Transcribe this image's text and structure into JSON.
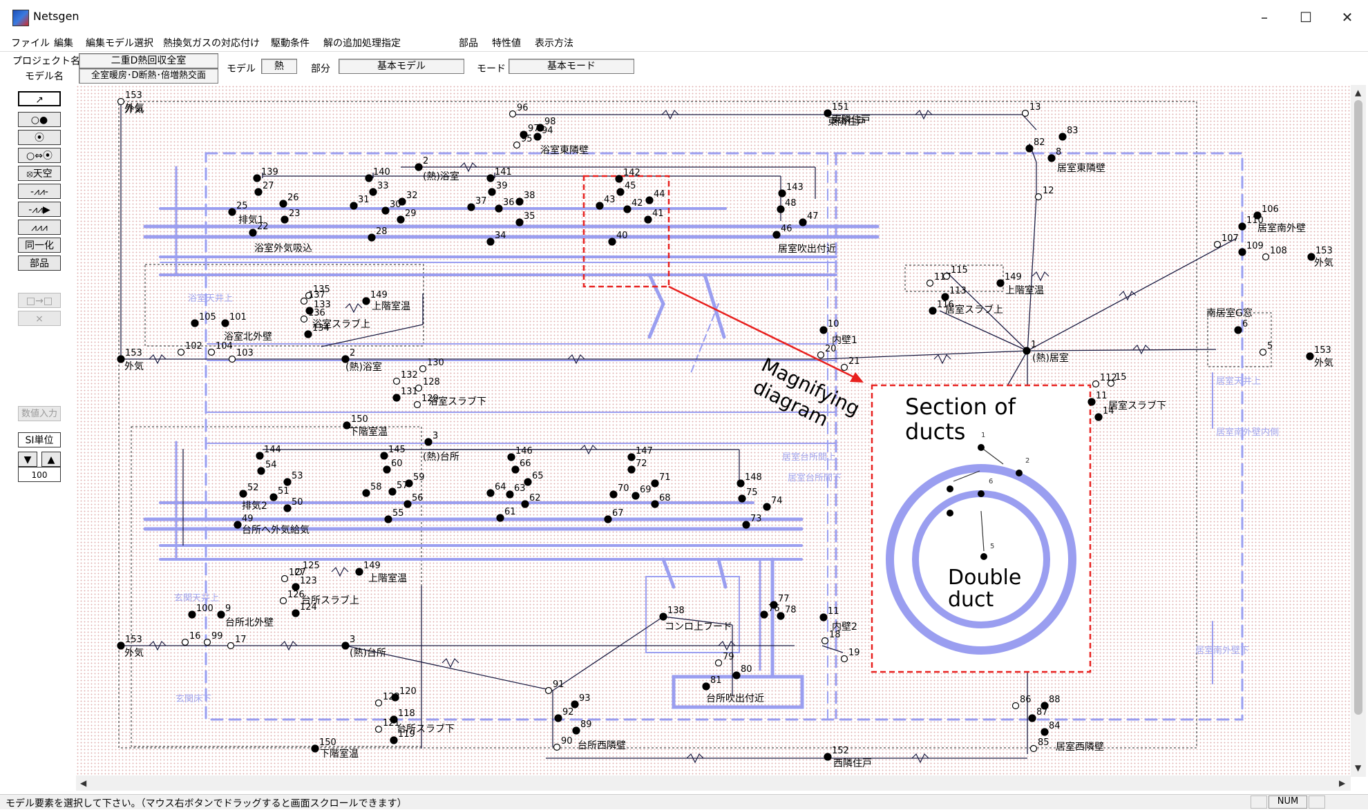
{
  "window": {
    "title": "Netsgen",
    "minimize": "–",
    "maximize": "☐",
    "close": "✕"
  },
  "menu": [
    "ファイル",
    "編集",
    "編集モデル選択",
    "熱換気ガスの対応付け",
    "駆動条件",
    "解の追加処理指定",
    "部品",
    "特性値",
    "表示方法"
  ],
  "info": {
    "project_label": "プロジェクト名",
    "project_value": "二重D熱回収全室",
    "model_name_label": "モデル名",
    "model_name_value": "全室暖房･D断熱･倍増熱交面",
    "model_label": "モデル",
    "model_value": "熱",
    "part_label": "部分",
    "part_value": "基本モデル",
    "mode_label": "モード",
    "mode_value": "基本モード"
  },
  "toolbar": {
    "tools": [
      "↗",
      "○●",
      "⦿",
      "○⇔⦿",
      "⦻天空",
      "-⩘⩘-",
      "-⩘⩘▶",
      "⩘⩘⩘",
      "同一化",
      "部品",
      "□→□",
      "⨯"
    ],
    "numeric_input": "数値入力",
    "si_unit": "SI単位",
    "down": "▼",
    "up": "▲",
    "zoom": "100"
  },
  "status": {
    "message": "モデル要素を選択して下さい。（マウス右ボタンでドラッグすると画面スクロールできます）",
    "num": "NUM"
  },
  "colors": {
    "duct": "#9a9ef0",
    "wire": "#1a1a40",
    "node": "#000000",
    "highlight": "#e8201e",
    "grid_dot": "#e2b3b3"
  },
  "diagram": {
    "node_labels": [
      {
        "id": "n153a",
        "t": "153",
        "sub": "外気"
      },
      {
        "id": "n96",
        "t": "96"
      },
      {
        "id": "n98",
        "t": "98"
      },
      {
        "id": "n97",
        "t": "97"
      },
      {
        "id": "n95",
        "t": "95"
      },
      {
        "id": "n94",
        "t": "94"
      },
      {
        "id": "n151",
        "t": "151",
        "sub": "東隣住戸"
      },
      {
        "id": "n13",
        "t": "13"
      },
      {
        "id": "n83",
        "t": "83"
      },
      {
        "id": "n82",
        "t": "82"
      },
      {
        "id": "n8",
        "t": "8"
      },
      {
        "id": "n12",
        "t": "12"
      },
      {
        "id": "n2top",
        "t": "2"
      },
      {
        "id": "n139",
        "t": "139"
      },
      {
        "id": "n27",
        "t": "27"
      },
      {
        "id": "n26",
        "t": "26"
      },
      {
        "id": "n25",
        "t": "25"
      },
      {
        "id": "n23",
        "t": "23"
      },
      {
        "id": "n22",
        "t": "22"
      },
      {
        "id": "n140",
        "t": "140"
      },
      {
        "id": "n33",
        "t": "33"
      },
      {
        "id": "n31",
        "t": "31"
      },
      {
        "id": "n30",
        "t": "30"
      },
      {
        "id": "n32",
        "t": "32"
      },
      {
        "id": "n29",
        "t": "29"
      },
      {
        "id": "n28",
        "t": "28"
      },
      {
        "id": "n141",
        "t": "141"
      },
      {
        "id": "n39",
        "t": "39"
      },
      {
        "id": "n37",
        "t": "37"
      },
      {
        "id": "n36",
        "t": "36"
      },
      {
        "id": "n38",
        "t": "38"
      },
      {
        "id": "n35",
        "t": "35"
      },
      {
        "id": "n34",
        "t": "34"
      },
      {
        "id": "n142",
        "t": "142"
      },
      {
        "id": "n45",
        "t": "45"
      },
      {
        "id": "n43",
        "t": "43"
      },
      {
        "id": "n42",
        "t": "42"
      },
      {
        "id": "n44",
        "t": "44"
      },
      {
        "id": "n41",
        "t": "41"
      },
      {
        "id": "n40",
        "t": "40"
      },
      {
        "id": "n143",
        "t": "143"
      },
      {
        "id": "n48",
        "t": "48"
      },
      {
        "id": "n47",
        "t": "47"
      },
      {
        "id": "n46",
        "t": "46"
      },
      {
        "id": "n110",
        "t": "110"
      },
      {
        "id": "n106",
        "t": "106"
      },
      {
        "id": "n107",
        "t": "107"
      },
      {
        "id": "n109",
        "t": "109"
      },
      {
        "id": "n108",
        "t": "108"
      },
      {
        "id": "n153b",
        "t": "153"
      },
      {
        "id": "n117",
        "t": "117"
      },
      {
        "id": "n115",
        "t": "115"
      },
      {
        "id": "n149a",
        "t": "149"
      },
      {
        "id": "n113",
        "t": "113"
      },
      {
        "id": "n116",
        "t": "116"
      },
      {
        "id": "n135",
        "t": "135"
      },
      {
        "id": "n149b",
        "t": "149"
      },
      {
        "id": "n137",
        "t": "137"
      },
      {
        "id": "n133",
        "t": "133"
      },
      {
        "id": "n136",
        "t": "136"
      },
      {
        "id": "n134",
        "t": "134"
      },
      {
        "id": "n105",
        "t": "105"
      },
      {
        "id": "n101",
        "t": "101"
      },
      {
        "id": "n102",
        "t": "102"
      },
      {
        "id": "n104",
        "t": "104"
      },
      {
        "id": "n103",
        "t": "103"
      },
      {
        "id": "n153c",
        "t": "153"
      },
      {
        "id": "n2mid",
        "t": "2"
      },
      {
        "id": "n10",
        "t": "10"
      },
      {
        "id": "n20",
        "t": "20"
      },
      {
        "id": "n21",
        "t": "21"
      },
      {
        "id": "n1",
        "t": "1"
      },
      {
        "id": "n6",
        "t": "6"
      },
      {
        "id": "n5",
        "t": "5"
      },
      {
        "id": "n153d",
        "t": "153"
      },
      {
        "id": "n130",
        "t": "130"
      },
      {
        "id": "n132",
        "t": "132"
      },
      {
        "id": "n128",
        "t": "128"
      },
      {
        "id": "n131",
        "t": "131"
      },
      {
        "id": "n129",
        "t": "129"
      },
      {
        "id": "n150a",
        "t": "150"
      },
      {
        "id": "n112",
        "t": "112"
      },
      {
        "id": "n15",
        "t": "15"
      },
      {
        "id": "n11r",
        "t": "11"
      },
      {
        "id": "n14",
        "t": "14"
      },
      {
        "id": "n3top",
        "t": "3"
      },
      {
        "id": "n144",
        "t": "144"
      },
      {
        "id": "n54",
        "t": "54"
      },
      {
        "id": "n53",
        "t": "53"
      },
      {
        "id": "n52",
        "t": "52"
      },
      {
        "id": "n51",
        "t": "51"
      },
      {
        "id": "n50",
        "t": "50"
      },
      {
        "id": "n49",
        "t": "49"
      },
      {
        "id": "n145",
        "t": "145"
      },
      {
        "id": "n60",
        "t": "60"
      },
      {
        "id": "n58",
        "t": "58"
      },
      {
        "id": "n59",
        "t": "59"
      },
      {
        "id": "n57",
        "t": "57"
      },
      {
        "id": "n56",
        "t": "56"
      },
      {
        "id": "n55",
        "t": "55"
      },
      {
        "id": "n146",
        "t": "146"
      },
      {
        "id": "n66",
        "t": "66"
      },
      {
        "id": "n64",
        "t": "64"
      },
      {
        "id": "n65",
        "t": "65"
      },
      {
        "id": "n63",
        "t": "63"
      },
      {
        "id": "n62",
        "t": "62"
      },
      {
        "id": "n61",
        "t": "61"
      },
      {
        "id": "n147",
        "t": "147"
      },
      {
        "id": "n72",
        "t": "72"
      },
      {
        "id": "n70",
        "t": "70"
      },
      {
        "id": "n71",
        "t": "71"
      },
      {
        "id": "n69",
        "t": "69"
      },
      {
        "id": "n68",
        "t": "68"
      },
      {
        "id": "n67",
        "t": "67"
      },
      {
        "id": "n148",
        "t": "148"
      },
      {
        "id": "n75",
        "t": "75"
      },
      {
        "id": "n74",
        "t": "74"
      },
      {
        "id": "n73",
        "t": "73"
      },
      {
        "id": "n125",
        "t": "125"
      },
      {
        "id": "n149c",
        "t": "149"
      },
      {
        "id": "n127",
        "t": "127"
      },
      {
        "id": "n123",
        "t": "123"
      },
      {
        "id": "n126",
        "t": "126"
      },
      {
        "id": "n124",
        "t": "124"
      },
      {
        "id": "n100",
        "t": "100"
      },
      {
        "id": "n9",
        "t": "9"
      },
      {
        "id": "n16",
        "t": "16"
      },
      {
        "id": "n99",
        "t": "99"
      },
      {
        "id": "n17",
        "t": "17"
      },
      {
        "id": "n153e",
        "t": "153"
      },
      {
        "id": "n3mid",
        "t": "3"
      },
      {
        "id": "n138",
        "t": "138"
      },
      {
        "id": "n77",
        "t": "77"
      },
      {
        "id": "n76",
        "t": "76"
      },
      {
        "id": "n78",
        "t": "78"
      },
      {
        "id": "n11",
        "t": "11"
      },
      {
        "id": "n18",
        "t": "18"
      },
      {
        "id": "n19",
        "t": "19"
      },
      {
        "id": "n79",
        "t": "79"
      },
      {
        "id": "n80",
        "t": "80"
      },
      {
        "id": "n81",
        "t": "81"
      },
      {
        "id": "n91",
        "t": "91"
      },
      {
        "id": "n93",
        "t": "93"
      },
      {
        "id": "n92",
        "t": "92"
      },
      {
        "id": "n89",
        "t": "89"
      },
      {
        "id": "n90",
        "t": "90"
      },
      {
        "id": "n122",
        "t": "122"
      },
      {
        "id": "n120",
        "t": "120"
      },
      {
        "id": "n118",
        "t": "118"
      },
      {
        "id": "n121",
        "t": "121"
      },
      {
        "id": "n119",
        "t": "119"
      },
      {
        "id": "n150b",
        "t": "150"
      },
      {
        "id": "n152",
        "t": "152"
      },
      {
        "id": "n86",
        "t": "86"
      },
      {
        "id": "n88",
        "t": "88"
      },
      {
        "id": "n87",
        "t": "87"
      },
      {
        "id": "n84",
        "t": "84"
      },
      {
        "id": "n85",
        "t": "85"
      }
    ],
    "zone_labels": {
      "gaiki": "外気",
      "yokushitsu_tonari": "浴室東隣壁",
      "higashi_juko": "東隣住戸",
      "kyoshitsu_tonari": "居室東隣壁",
      "netsu_yokushitsu": "(熱)浴室",
      "haiki1": "排気1",
      "yoku_gaiki_kyuki": "浴室外気吸込",
      "kyoshitsu_fukide": "居室吹出付近",
      "kyoshitsu_minami": "居室南外壁",
      "kaikyo_shitsuon_a": "上階室温",
      "kyo_slab_ue": "居室スラブ上",
      "yoku_slab_ue": "浴室スラブ上",
      "yoku_kita": "浴室北外壁",
      "naiheki1": "内壁1",
      "netsu_kyoshitsu": "(熱)居室",
      "minami_g_mado": "南居室G窓",
      "yoku_slab_shita": "浴室スラブ下",
      "kakai_shitsuon": "下階室温",
      "kyo_slab_shita": "居室スラブ下",
      "netsu_daidokoro": "(熱)台所",
      "haiki2": "排気2",
      "daidokoro_gaiki": "台所へ外気給気",
      "dai_slab_ue": "台所スラブ上",
      "dai_kita": "台所北外壁",
      "konro_hood": "コンロ上フード",
      "naiheki2": "内壁2",
      "dai_fukide": "台所吹出付近",
      "dai_slab_shita": "台所スラブ下",
      "dai_nishi": "台所西隣壁",
      "kyo_nishi": "居室西隣壁",
      "nishi_juko": "西隣住戸",
      "ghost_1": "浴室天井上",
      "ghost_2": "居室天井上",
      "ghost_3": "居室南外壁内側",
      "ghost_4": "居室南外壁下",
      "ghost_5": "居室台所間上",
      "ghost_6": "居室台所間下",
      "ghost_7": "玄関天井上",
      "ghost_8": "玄関床下"
    },
    "annotation": {
      "magnify": [
        "Magnifying",
        "diagram"
      ],
      "section": [
        "Section of",
        "ducts"
      ],
      "double": [
        "Double",
        "duct"
      ]
    }
  }
}
